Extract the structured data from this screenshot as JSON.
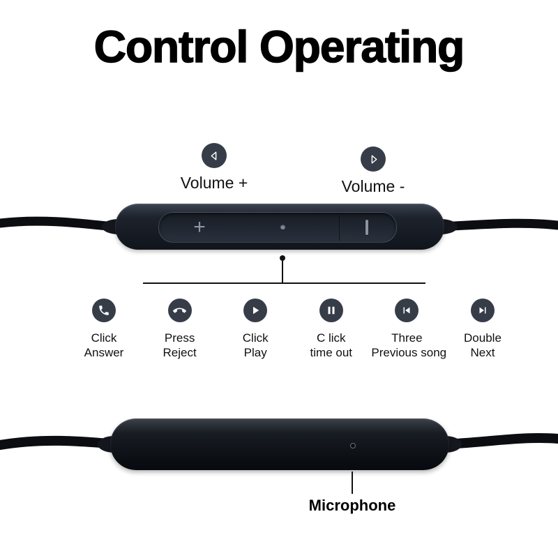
{
  "title": "Control Operating",
  "volume": {
    "plus_label": "Volume +",
    "minus_label": "Volume -"
  },
  "remote": {
    "plus_glyph": "+"
  },
  "functions": [
    {
      "icon": "phone-answer-icon",
      "line1": "Click",
      "line2": "Answer"
    },
    {
      "icon": "phone-reject-icon",
      "line1": "Press",
      "line2": "Reject"
    },
    {
      "icon": "play-icon",
      "line1": "Click",
      "line2": "Play"
    },
    {
      "icon": "pause-icon",
      "line1": "C lick",
      "line2": "time out"
    },
    {
      "icon": "previous-track-icon",
      "line1": "Three",
      "line2": "Previous song"
    },
    {
      "icon": "next-track-icon",
      "line1": "Double",
      "line2": "Next"
    }
  ],
  "microphone": {
    "label": "Microphone"
  },
  "colors": {
    "icon_circle": "#373d48",
    "device_dark": "#10141b",
    "text": "#111111",
    "background": "#ffffff"
  }
}
